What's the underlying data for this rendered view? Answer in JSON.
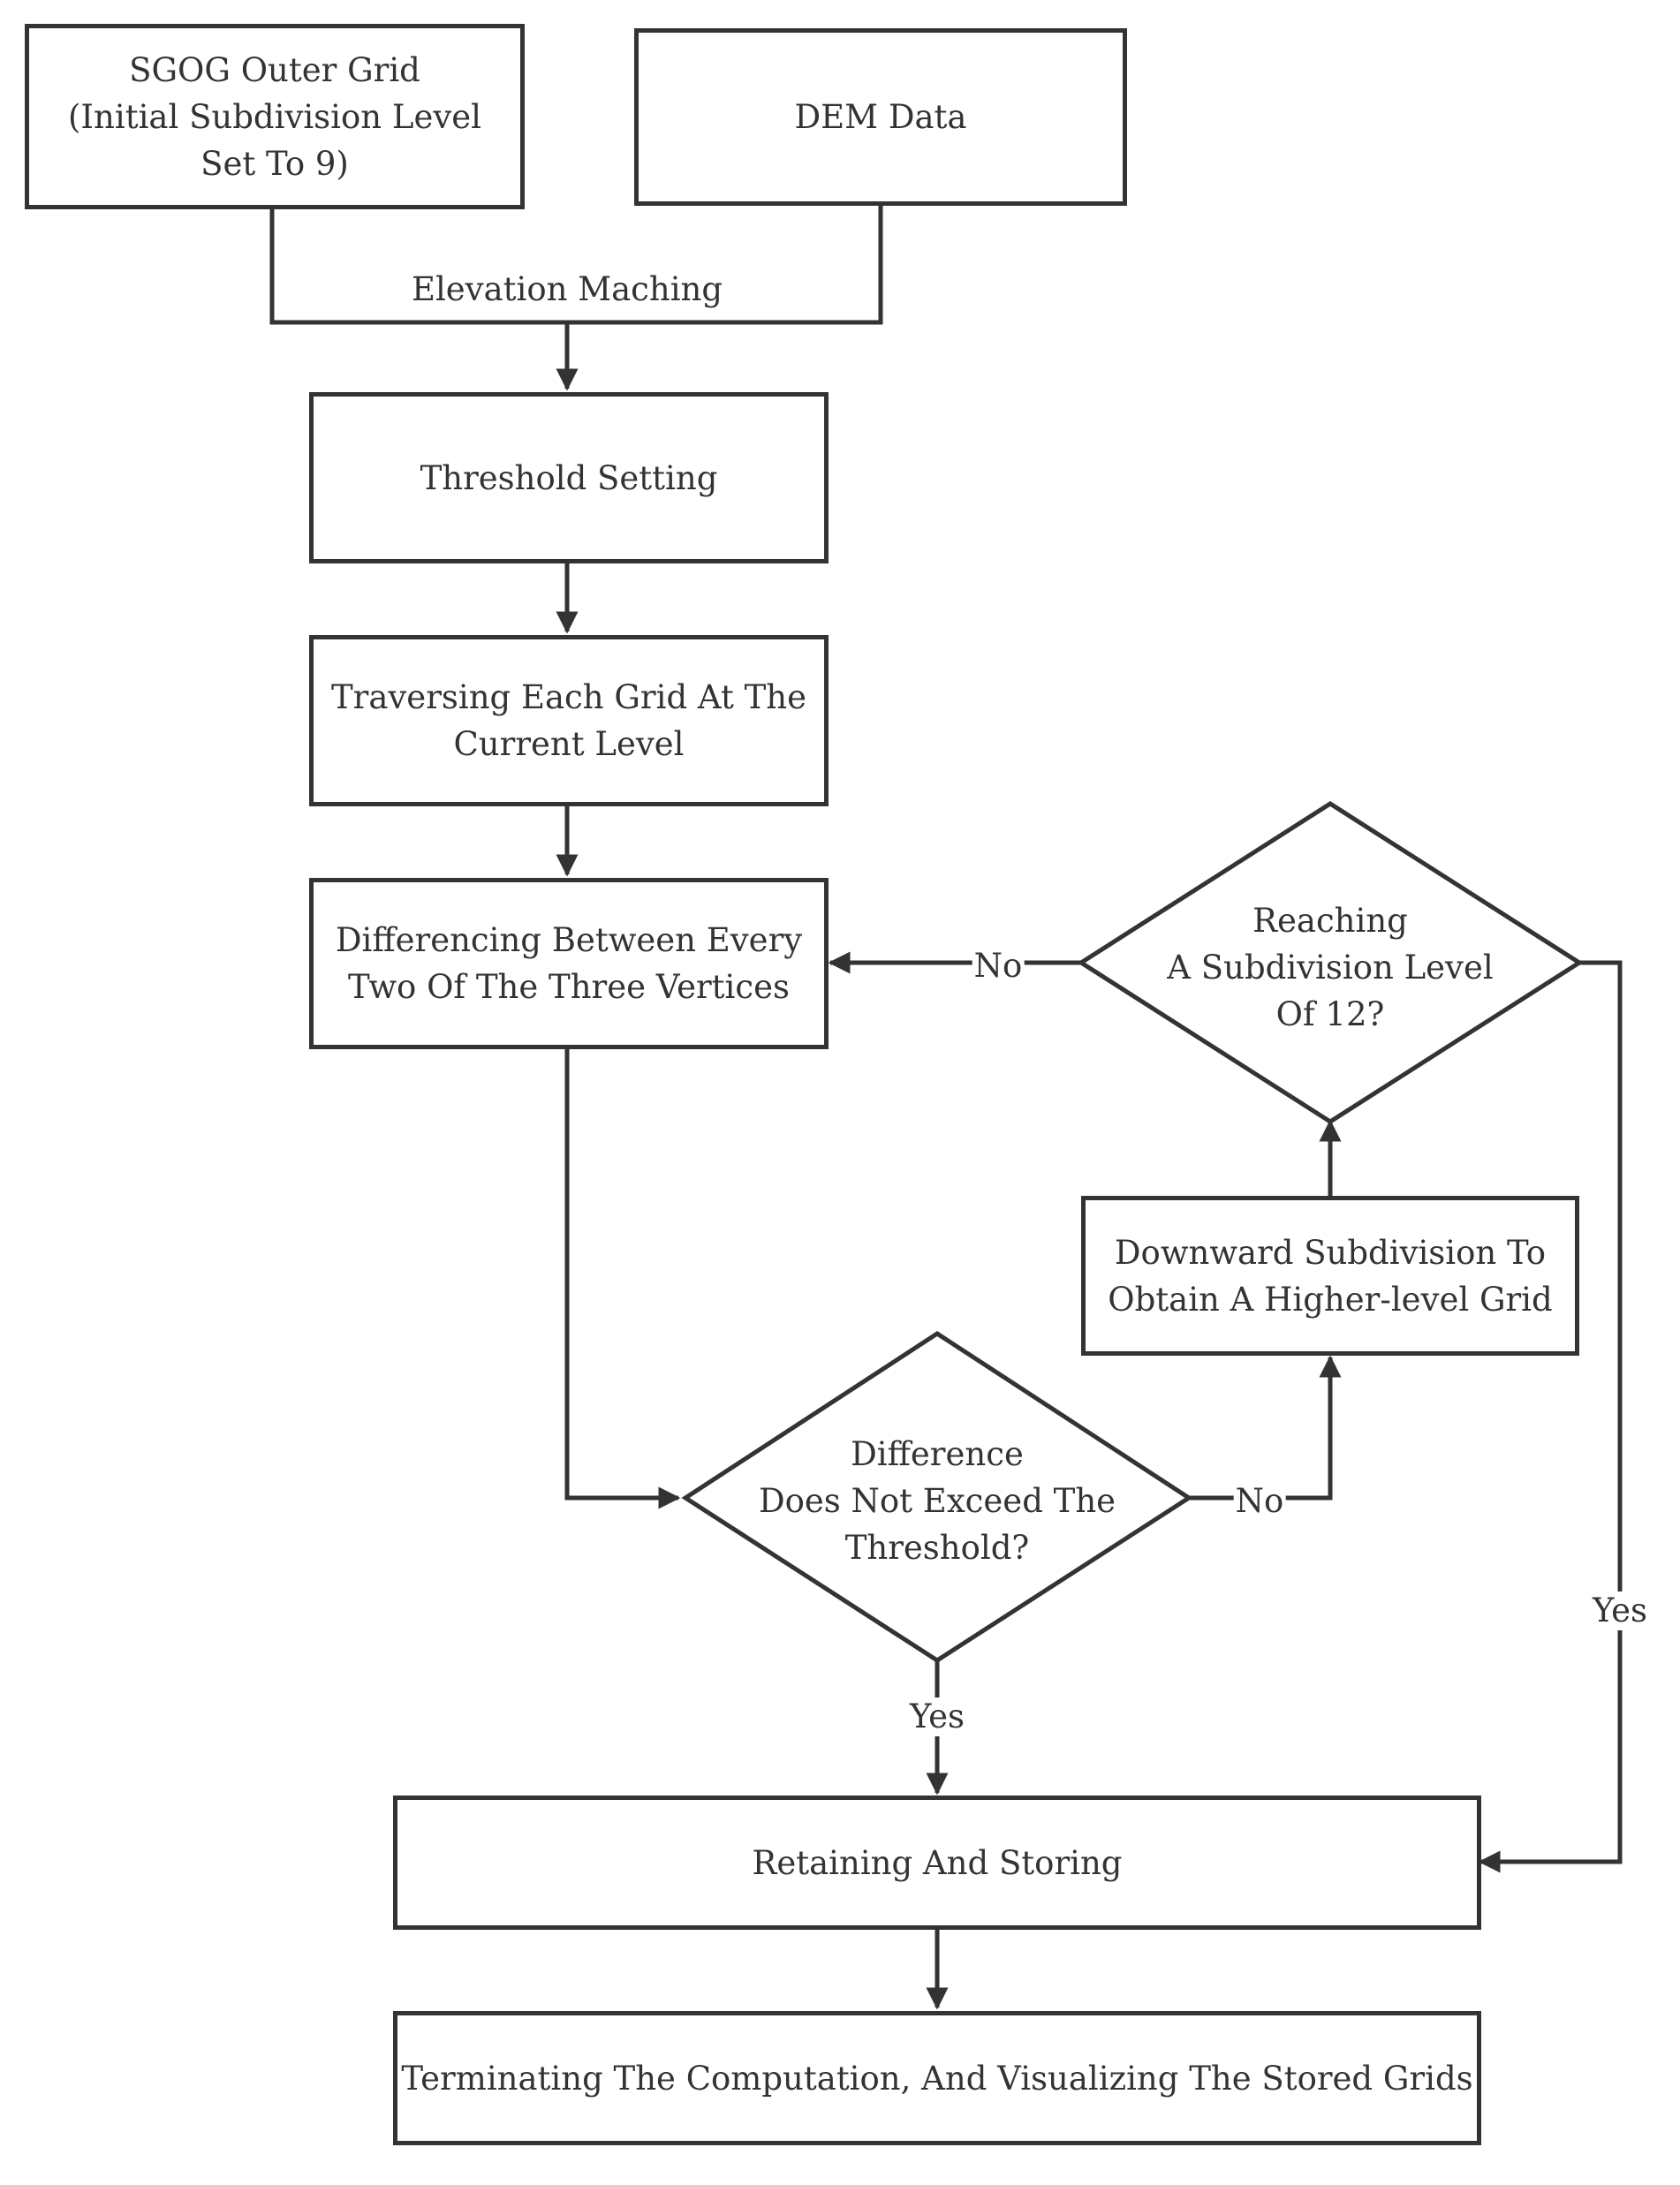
{
  "nodes": {
    "sgog_outer_grid": "SGOG Outer Grid\n(Initial Subdivision Level\nSet To 9)",
    "dem_data": "DEM Data",
    "threshold_setting": "Threshold Setting",
    "traversing": "Traversing Each Grid At The\nCurrent Level",
    "differencing": "Differencing Between Every\nTwo Of The Three Vertices",
    "reaching_level": "Reaching\nA Subdivision Level\nOf 12?",
    "downward_subdivision": "Downward Subdivision To\nObtain A Higher-level Grid",
    "difference_check": "Difference\nDoes Not Exceed The\nThreshold?",
    "retaining": "Retaining And Storing",
    "terminating": "Terminating The Computation, And Visualizing The Stored Grids"
  },
  "edges": {
    "elevation_matching": "Elevation Maching",
    "no_reaching": "No",
    "no_difference": "No",
    "yes_difference": "Yes",
    "yes_reaching": "Yes"
  },
  "colors": {
    "stroke": "#333333",
    "text": "#333333",
    "background": "#ffffff"
  }
}
